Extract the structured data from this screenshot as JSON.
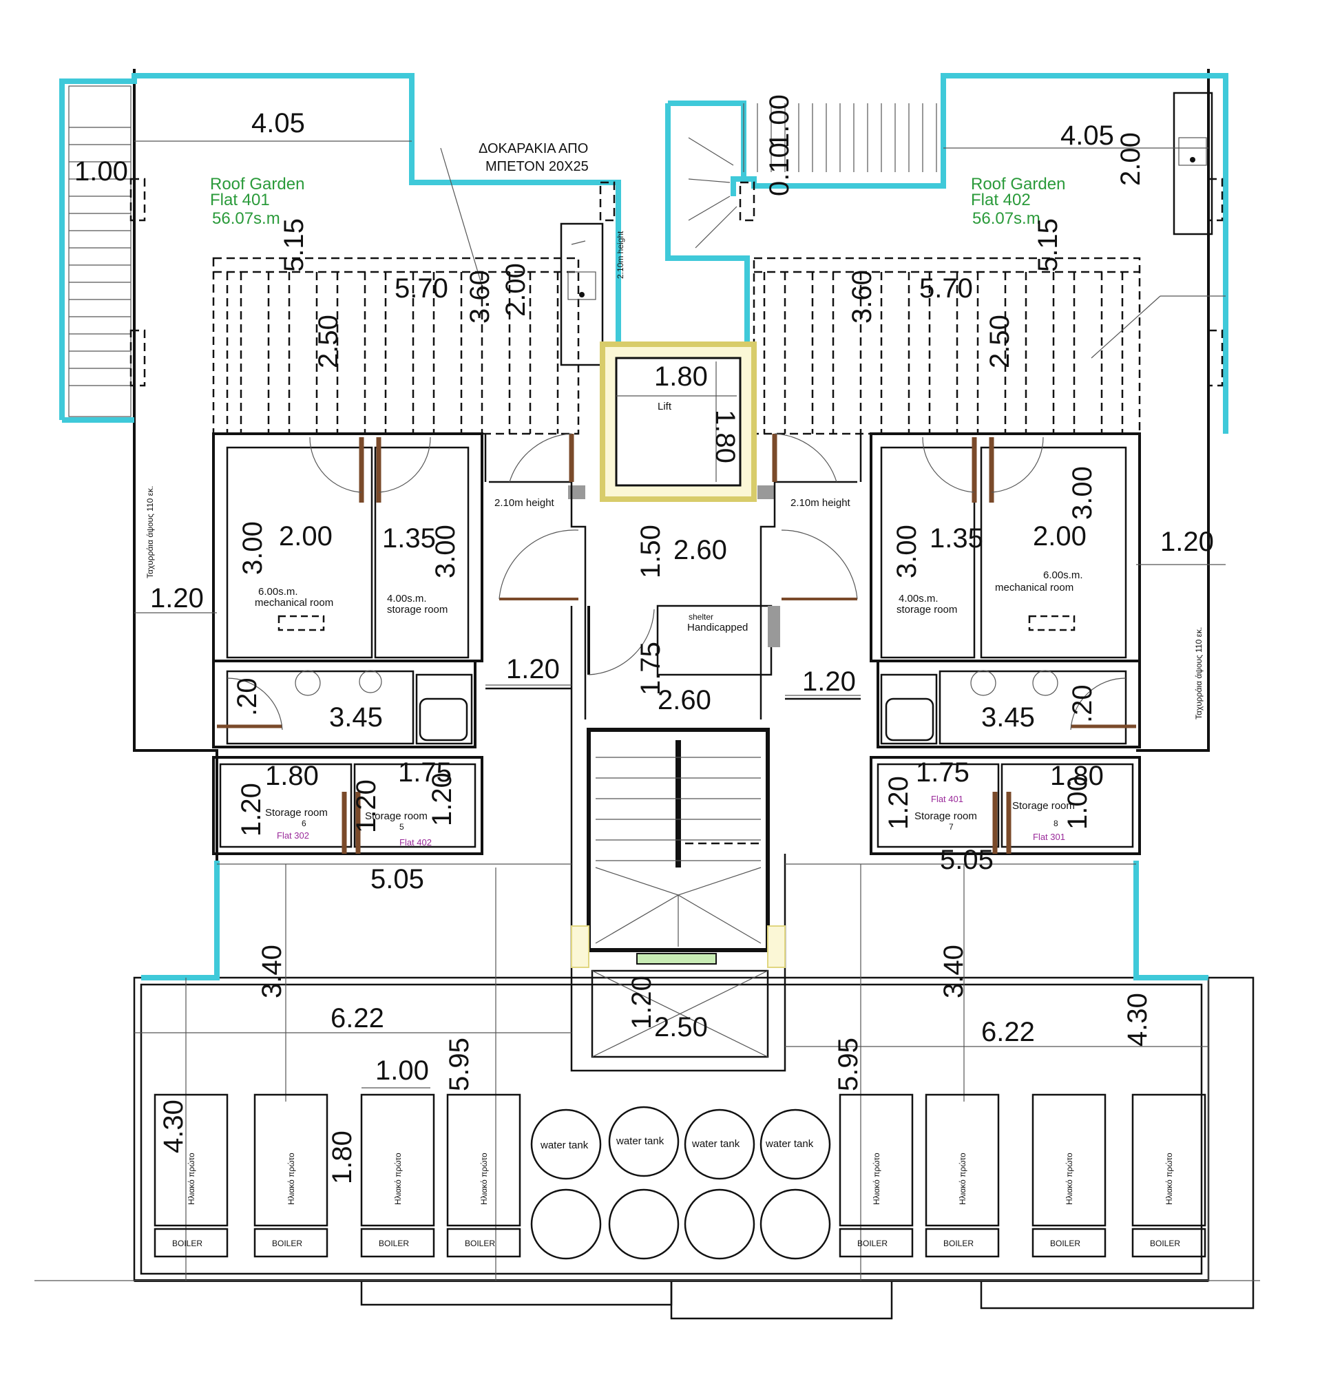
{
  "note": {
    "line1": "ΔΟΚΑΡΑΚΙΑ ΑΠΟ",
    "line2": "ΜΠΕΤΟΝ 20Χ25"
  },
  "roof_left": {
    "title": "Roof Garden",
    "flat": "Flat 401",
    "area": "56.07s.m"
  },
  "roof_right": {
    "title": "Roof Garden",
    "flat": "Flat 402",
    "area": "56.07s.m"
  },
  "lift": {
    "label": "Lift",
    "w": "1.80",
    "h": "1.80"
  },
  "shelter": {
    "line1": "shelter",
    "line2": "Handicapped"
  },
  "height_note": "2.10m height",
  "height_note_vertical": "2.10m height",
  "mech_left": {
    "area": "6.00s.m.",
    "name": "mechanical room"
  },
  "mech_right": {
    "area": "6.00s.m.",
    "name": "mechanical room"
  },
  "store_left": {
    "area": "4.00s.m.",
    "name": "storage room"
  },
  "store_right": {
    "area": "4.00s.m.",
    "name": "storage room"
  },
  "storage_room": "Storage room",
  "flat_302": "Flat 302",
  "flat_402": "Flat 402",
  "flat_401": "Flat 401",
  "flat_301": "Flat 301",
  "num_6": "6",
  "num_5": "5",
  "num_7": "7",
  "num_8": "8",
  "railing": "Ταχυρράια άψους 110 εκ.",
  "water_tank": "water tank",
  "boiler": "BOILER",
  "solar": "Ηλιακό πρώτο",
  "dims": {
    "d405": "4.05",
    "d100": "1.00",
    "d515": "5.15",
    "d570": "5.70",
    "d360": "3.60",
    "d200": "2.00",
    "d250": "2.50",
    "d180": "1.80",
    "d300": "3.00",
    "d135": "1.35",
    "d120": "1.20",
    "d150": "1.50",
    "d260": "2.60",
    "d175": "1.75",
    "d345": "3.45",
    "d20": ".20",
    "d505": "5.05",
    "d340": "3.40",
    "d622": "6.22",
    "d595": "5.95",
    "d430": "4.30",
    "d010": "0.10"
  }
}
